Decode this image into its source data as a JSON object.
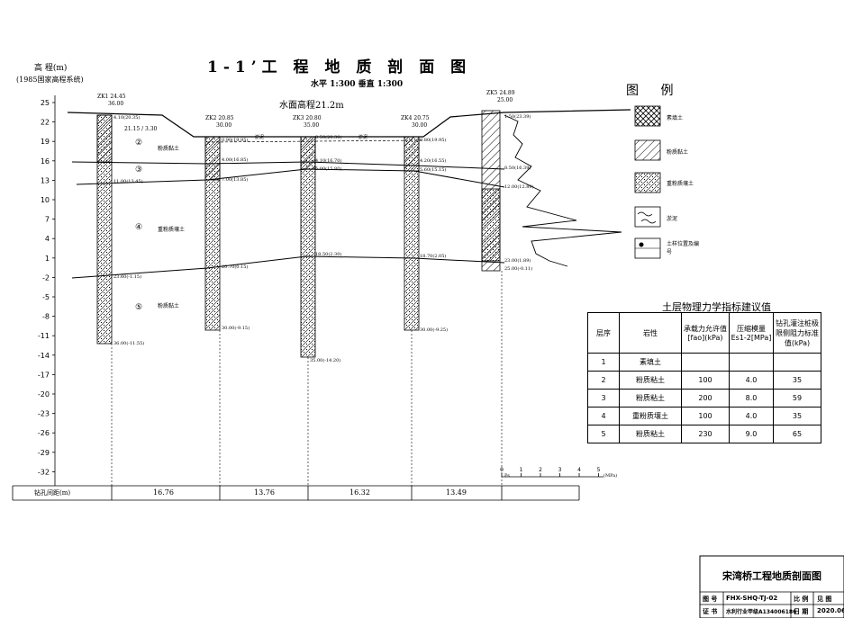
{
  "title": "1-1’工 程 地 质 剖 面 图",
  "scale_text": "水平 1:300    垂直 1:300",
  "elevation_axis": {
    "label": "高 程(m)",
    "system": "(1985国家高程系统)",
    "ticks": [
      "25",
      "22",
      "19",
      "16",
      "13",
      "10",
      "7",
      "4",
      "1",
      "-2",
      "-5",
      "-8",
      "-11",
      "-14",
      "-17",
      "-20",
      "-23",
      "-26",
      "-29",
      "-32"
    ]
  },
  "water_level_label": "水面高程21.2m",
  "boreholes": [
    {
      "id": "ZK1",
      "top": "24.45",
      "depth": "36.00",
      "layer_labels": [
        "4.10(20.35)",
        "11.00(13.45)",
        "23.60(-1.15)",
        "36.00(-11.55)"
      ],
      "extra": "21.15 / 3.30"
    },
    {
      "id": "ZK2",
      "top": "20.85",
      "depth": "30.00",
      "layer_labels": [
        "0.90(19.95)",
        "4.00(16.85)",
        "7.00(13.85)",
        "20.70(0.15)",
        "30.00(-9.15)"
      ]
    },
    {
      "id": "ZK3",
      "top": "20.80",
      "depth": "35.00",
      "layer_labels": [
        "0.50(20.30)",
        "4.10(16.70)",
        "5.00(15.80)",
        "18.50(2.30)",
        "35.00(-14.20)"
      ]
    },
    {
      "id": "ZK4",
      "top": "20.75",
      "depth": "30.00",
      "layer_labels": [
        "0.80(19.95)",
        "4.20(16.55)",
        "5.60(15.15)",
        "18.70(2.05)",
        "30.00(-9.25)"
      ]
    },
    {
      "id": "ZK5",
      "top": "24.89",
      "depth": "25.00",
      "layer_labels": [
        "1.50(23.39)",
        "8.50(16.39)",
        "12.00(12.89)",
        "23.00(1.89)",
        "25.00(-0.11)"
      ]
    }
  ],
  "soil_layers": [
    {
      "no": "②",
      "name": "粉质黏土"
    },
    {
      "no": "③",
      "name": ""
    },
    {
      "no": "④",
      "name": "重粉质壤土"
    },
    {
      "no": "⑤",
      "name": "粉质黏土"
    }
  ],
  "mud_label": "淤泥",
  "spacing": {
    "label": "钻孔间距(m)",
    "values": [
      "16.76",
      "13.76",
      "16.32",
      "13.49"
    ]
  },
  "cpt_axis": {
    "ticks": [
      "0",
      "1",
      "2",
      "3",
      "4",
      "5"
    ],
    "unit": "Ps",
    "unit2": "(MPa)"
  },
  "legend": {
    "title": "图 例",
    "items": [
      {
        "label": "素填土"
      },
      {
        "label": "粉质黏土"
      },
      {
        "label": "重粉质壤土"
      },
      {
        "label": "淤泥"
      },
      {
        "label": "土样位置及编号"
      }
    ]
  },
  "table": {
    "title": "土层物理力学指标建议值",
    "headers": [
      "层序",
      "岩性",
      "承载力允许值[fao](kPa)",
      "压缩模量Es1-2[MPa]",
      "钻孔灌注桩极限侧阻力标准值(kPa)"
    ],
    "rows": [
      [
        "1",
        "素填土",
        "",
        "",
        ""
      ],
      [
        "2",
        "粉质粘土",
        "100",
        "4.0",
        "35"
      ],
      [
        "3",
        "粉质粘土",
        "200",
        "8.0",
        "59"
      ],
      [
        "4",
        "重粉质壤土",
        "100",
        "4.0",
        "35"
      ],
      [
        "5",
        "粉质粘土",
        "230",
        "9.0",
        "65"
      ]
    ]
  },
  "title_block": {
    "name": "宋湾桥工程地质剖面图",
    "row1": [
      "图 号",
      "FHX-SHQ-TJ-02",
      "比 例",
      "见 图"
    ],
    "row2": [
      "证 书",
      "水利行业甲级A134006186",
      "日 期",
      "2020.06"
    ]
  }
}
